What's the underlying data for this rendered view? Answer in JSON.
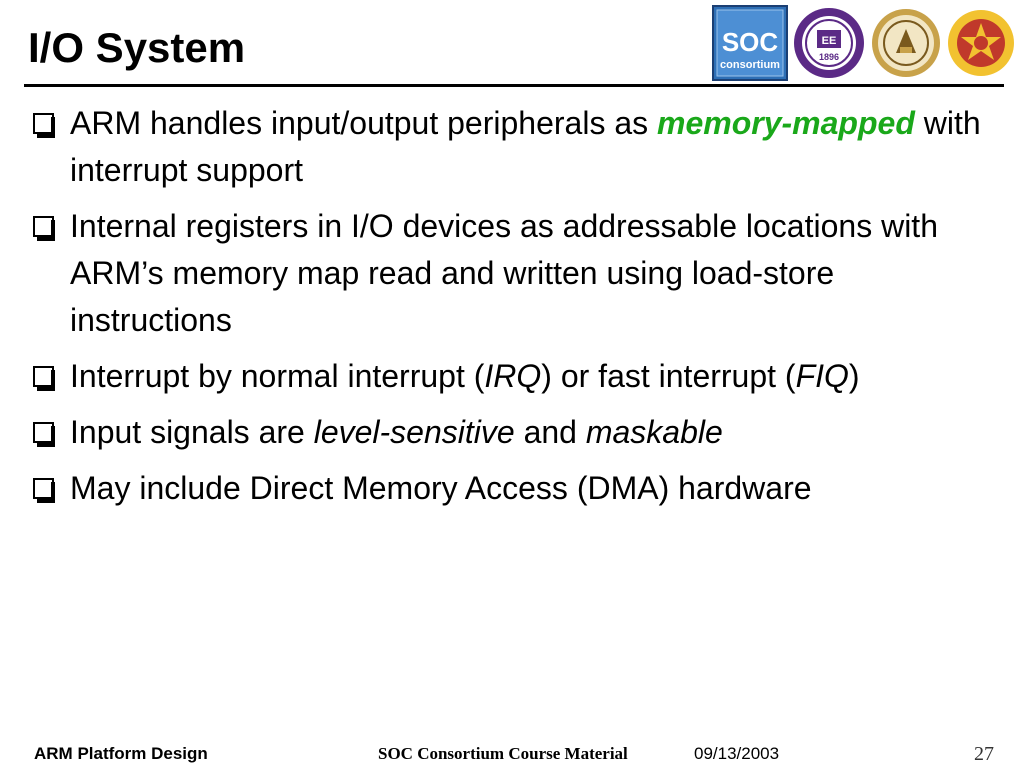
{
  "slide": {
    "title": "I/O System"
  },
  "logos": {
    "soc_text": "SOC",
    "soc_subtext": "consortium",
    "logo2_text": "EE",
    "logo2_year": "1896"
  },
  "bullets": [
    {
      "parts": [
        {
          "text": "ARM handles input/output peripherals as "
        },
        {
          "text": "memory-mapped",
          "style": "em-green"
        },
        {
          "text": " with interrupt support"
        }
      ]
    },
    {
      "parts": [
        {
          "text": "Internal registers in I/O devices as addressable locations with ARM’s memory map read and written using load-store instructions"
        }
      ]
    },
    {
      "parts": [
        {
          "text": "Interrupt by normal interrupt ("
        },
        {
          "text": "IRQ",
          "style": "it"
        },
        {
          "text": ") or fast interrupt ("
        },
        {
          "text": "FIQ",
          "style": "it"
        },
        {
          "text": ")"
        }
      ]
    },
    {
      "parts": [
        {
          "text": "Input signals are "
        },
        {
          "text": "level-sensitive",
          "style": "it"
        },
        {
          "text": " and "
        },
        {
          "text": "maskable",
          "style": "it"
        }
      ]
    },
    {
      "parts": [
        {
          "text": "May include Direct Memory Access (DMA) hardware"
        }
      ]
    }
  ],
  "footer": {
    "left": "ARM Platform Design",
    "center": "SOC Consortium Course Material",
    "date": "09/13/2003",
    "page": "27"
  },
  "colors": {
    "accent_green": "#1aa81a",
    "soc_logo_blue": "#2e6fb5",
    "logo2_purple": "#5b2a86",
    "logo3_gold": "#c8a24a",
    "logo4_red": "#c0392b"
  }
}
